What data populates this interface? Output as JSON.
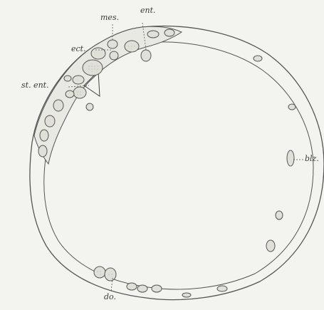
{
  "figure": {
    "background": "#f3f3ef",
    "ink": "#555555",
    "cell_fill": "#dcdcd4",
    "labels": {
      "ent": "ent.",
      "mes": "mes.",
      "ect": "ect.",
      "st_ent": "st. ent.",
      "blz": "blz.",
      "do": "do."
    }
  }
}
